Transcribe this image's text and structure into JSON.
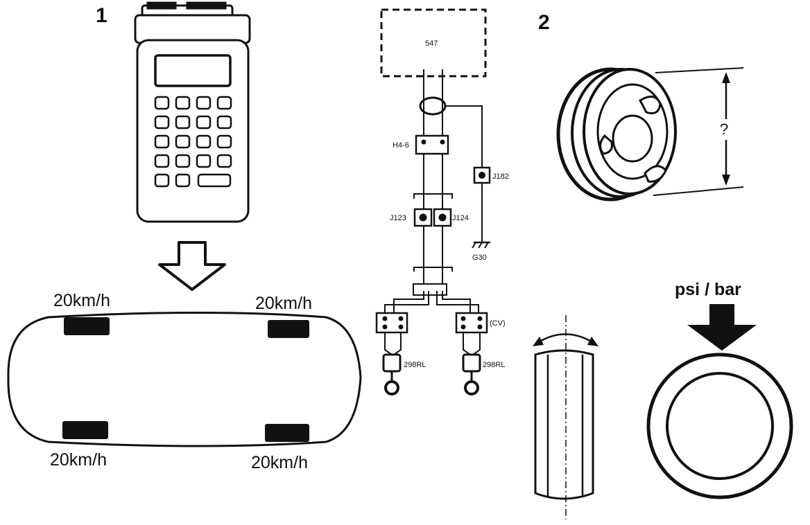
{
  "steps": {
    "step1": "1",
    "step2": "2"
  },
  "diagnostic_tool": {
    "keypad_rows": 5
  },
  "car": {
    "wheel_speed_front_left": "20km/h",
    "wheel_speed_front_right": "20km/h",
    "wheel_speed_rear_left": "20km/h",
    "wheel_speed_rear_right": "20km/h"
  },
  "wiring": {
    "module": "547",
    "connector_h": "H4-6",
    "junction_left": "J123",
    "junction_right": "J124",
    "junction_ground": "J182",
    "ground": "G30",
    "connector_cv": "(CV)",
    "sensor_left": "298RL",
    "sensor_right": "298RL"
  },
  "tyre": {
    "diameter_mark": "?",
    "pressure_unit": "psi / bar"
  },
  "colors": {
    "ink": "#111111",
    "paper": "#ffffff"
  }
}
